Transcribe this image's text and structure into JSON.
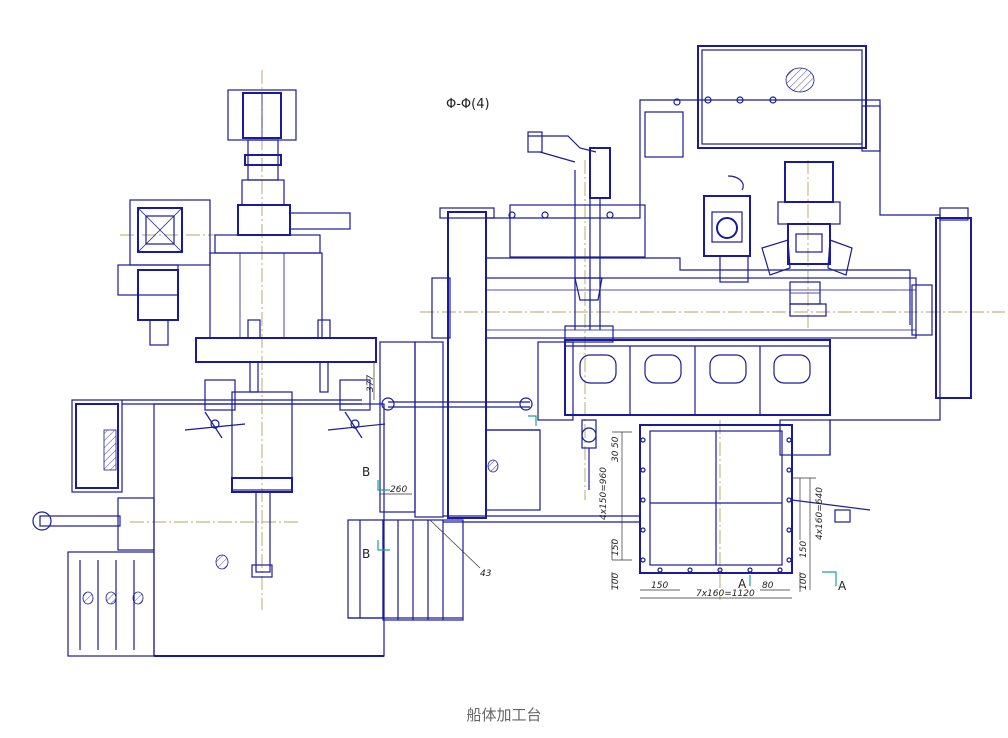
{
  "drawing": {
    "section_title": "Φ-Φ(4)",
    "labels": {
      "B_upper": "B",
      "B_lower": "B",
      "A_left": "A",
      "A_right": "A"
    },
    "dimensions": {
      "d377": "377",
      "d260": "260",
      "d43": "43",
      "d30": "30",
      "d4x150_960": "4x150=960",
      "d150_left": "150",
      "d100_left": "100",
      "d150_bottom": "150",
      "d7x160_1120": "7x160=1120",
      "d80_bottom": "80",
      "d100_bottom": "100",
      "d150_right": "150",
      "d4x160_640": "4x160=640",
      "d50": "50"
    }
  },
  "caption": "船体加工台",
  "colors": {
    "line": "#1a1a9a",
    "axis": "#9a8a3a",
    "section_marker": "#1aa0a0",
    "caption": "#666666"
  }
}
